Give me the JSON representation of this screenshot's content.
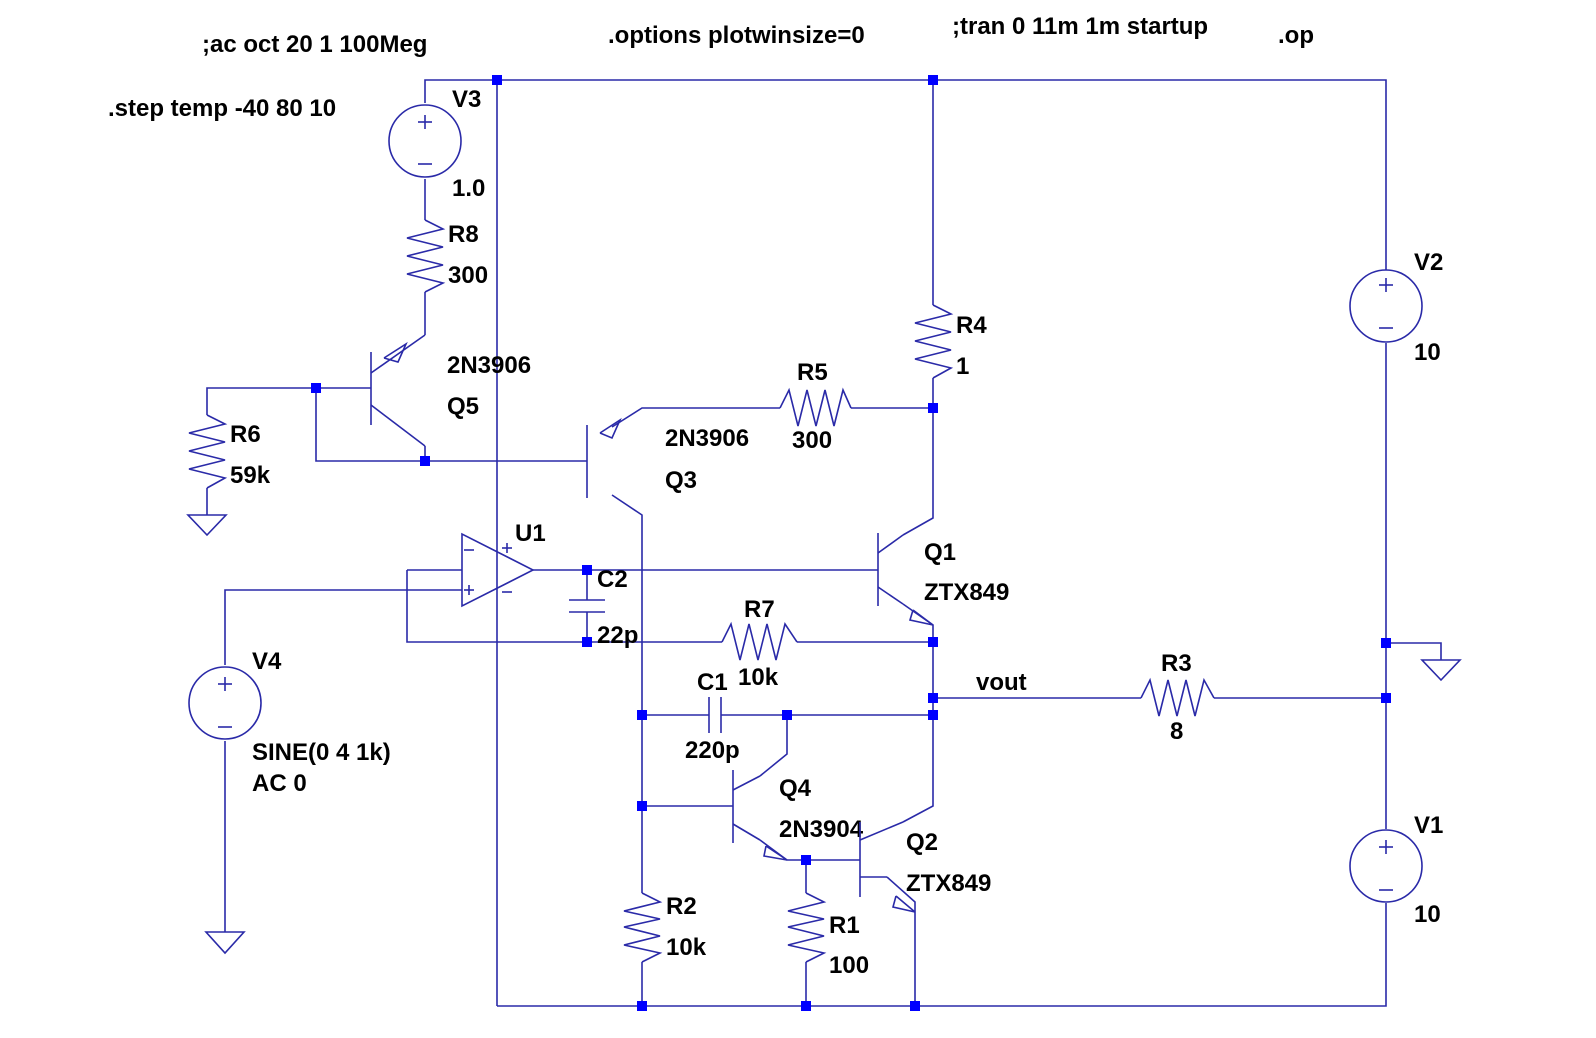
{
  "directives": {
    "ac": ";ac oct 20 1 100Meg",
    "step": ".step temp -40 80 10",
    "options": ".options plotwinsize=0",
    "tran": ";tran 0 11m 1m startup",
    "op": ".op"
  },
  "components": {
    "V3": {
      "name": "V3",
      "value": "1.0"
    },
    "V2": {
      "name": "V2",
      "value": "10"
    },
    "V1": {
      "name": "V1",
      "value": "10"
    },
    "V4": {
      "name": "V4",
      "value": "SINE(0 4 1k)",
      "value2": "AC 0"
    },
    "R8": {
      "name": "R8",
      "value": "300"
    },
    "R6": {
      "name": "R6",
      "value": "59k"
    },
    "R5": {
      "name": "R5",
      "value": "300"
    },
    "R4": {
      "name": "R4",
      "value": "1"
    },
    "R7": {
      "name": "R7",
      "value": "10k"
    },
    "R3": {
      "name": "R3",
      "value": "8"
    },
    "R2": {
      "name": "R2",
      "value": "10k"
    },
    "R1": {
      "name": "R1",
      "value": "100"
    },
    "C2": {
      "name": "C2",
      "value": "22p"
    },
    "C1": {
      "name": "C1",
      "value": "220p"
    },
    "Q5": {
      "name": "Q5",
      "model": "2N3906"
    },
    "Q3": {
      "name": "Q3",
      "model": "2N3906"
    },
    "Q1": {
      "name": "Q1",
      "model": "ZTX849"
    },
    "Q2": {
      "name": "Q2",
      "model": "ZTX849"
    },
    "Q4": {
      "name": "Q4",
      "model": "2N3904"
    },
    "U1": {
      "name": "U1"
    }
  },
  "nets": {
    "vout": "vout"
  },
  "colors": {
    "wire": "#2a2aa8",
    "junction": "#0000ff",
    "text": "#000000",
    "background": "#ffffff"
  }
}
